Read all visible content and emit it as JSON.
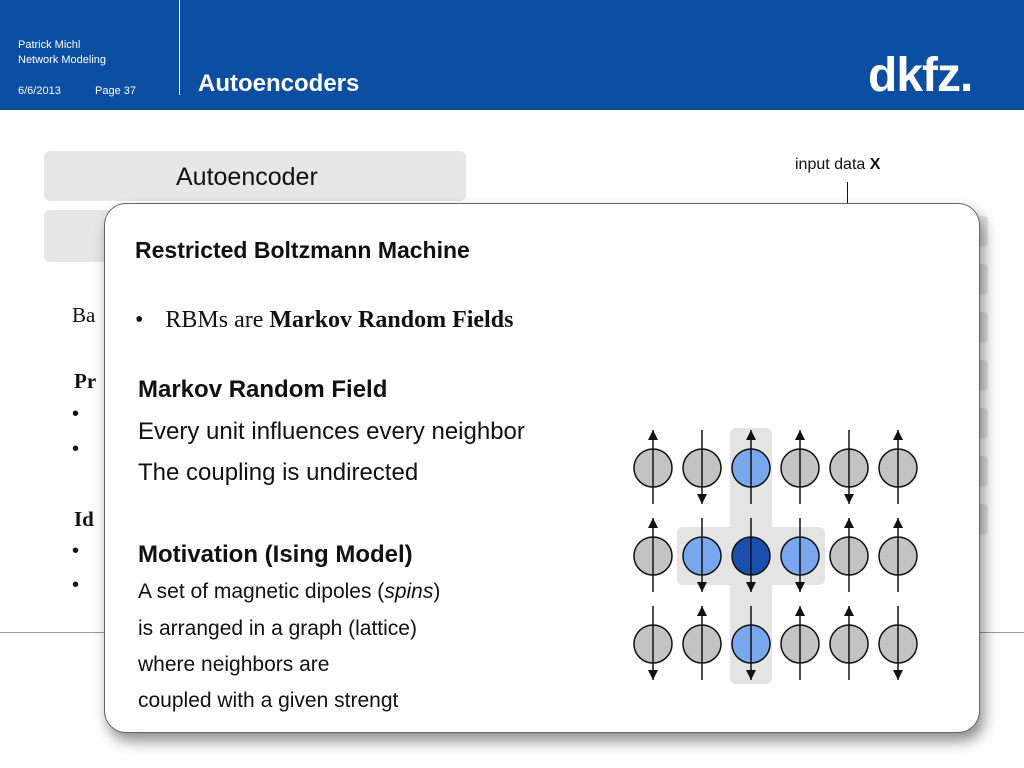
{
  "header": {
    "author": "Patrick Michl",
    "course": "Network Modeling",
    "date": "6/6/2013",
    "page": "Page 37",
    "title": "Autoencoders",
    "logo": "dkfz."
  },
  "background": {
    "box_title": "Autoencoder",
    "fragments": [
      "Ba",
      "Pr",
      "Id"
    ],
    "input_label": "input data",
    "input_symbol": "X"
  },
  "popup": {
    "title": "Restricted Boltzmann Machine",
    "bullet_prefix": "RBMs are ",
    "bullet_bold": "Markov Random Fields",
    "mrf_heading": "Markov Random Field",
    "mrf_line1": "Every unit influences every neighbor",
    "mrf_line2": "The coupling is undirected",
    "motivation_heading": "Motivation (Ising Model)",
    "motivation_line1_pre": "A set of magnetic dipoles (",
    "motivation_line1_em": "spins",
    "motivation_line1_post": ")",
    "motivation_line2": "is arranged in a graph (lattice)",
    "motivation_line3": "where neighbors are",
    "motivation_line4": "coupled with a given strengt"
  },
  "lattice": {
    "spins": [
      [
        {
          "state": "gray",
          "dir": "up"
        },
        {
          "state": "gray",
          "dir": "down"
        },
        {
          "state": "light",
          "dir": "up"
        },
        {
          "state": "gray",
          "dir": "up"
        },
        {
          "state": "gray",
          "dir": "down"
        },
        {
          "state": "gray",
          "dir": "up"
        }
      ],
      [
        {
          "state": "gray",
          "dir": "up"
        },
        {
          "state": "light",
          "dir": "down"
        },
        {
          "state": "dark",
          "dir": "down"
        },
        {
          "state": "light",
          "dir": "down"
        },
        {
          "state": "gray",
          "dir": "up"
        },
        {
          "state": "gray",
          "dir": "up"
        }
      ],
      [
        {
          "state": "gray",
          "dir": "down"
        },
        {
          "state": "gray",
          "dir": "up"
        },
        {
          "state": "light",
          "dir": "down"
        },
        {
          "state": "gray",
          "dir": "up"
        },
        {
          "state": "gray",
          "dir": "up"
        },
        {
          "state": "gray",
          "dir": "down"
        }
      ]
    ],
    "colors": {
      "gray": "#c3c3c3",
      "light": "#79a7ee",
      "dark": "#1a4fb0",
      "highlight": "#e4e4e4",
      "stroke": "#111111"
    }
  }
}
